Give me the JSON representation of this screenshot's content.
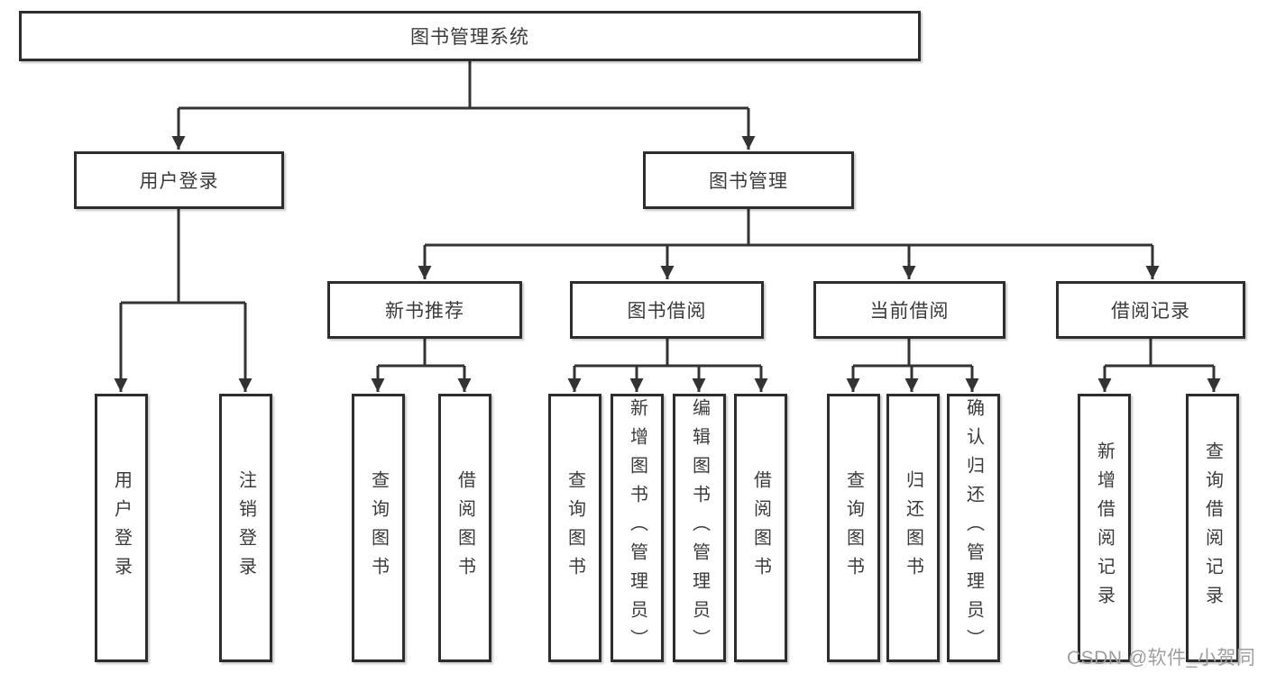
{
  "diagram": {
    "root": {
      "label": "图书管理系统"
    },
    "level2": [
      {
        "label": "用户登录",
        "children": [
          {
            "label": "用户登录"
          },
          {
            "label": "注销登录"
          }
        ]
      },
      {
        "label": "图书管理",
        "children": [
          {
            "label": "新书推荐",
            "children": [
              {
                "label": "查询图书"
              },
              {
                "label": "借阅图书"
              }
            ]
          },
          {
            "label": "图书借阅",
            "children": [
              {
                "label": "查询图书"
              },
              {
                "label": "新增图书（管理员）"
              },
              {
                "label": "编辑图书（管理员）"
              },
              {
                "label": "借阅图书"
              }
            ]
          },
          {
            "label": "当前借阅",
            "children": [
              {
                "label": "查询图书"
              },
              {
                "label": "归还图书"
              },
              {
                "label": "确认归还（管理员）"
              }
            ]
          },
          {
            "label": "借阅记录",
            "children": [
              {
                "label": "新增借阅记录"
              },
              {
                "label": "查询借阅记录"
              }
            ]
          }
        ]
      }
    ]
  },
  "watermark": {
    "text": "CSDN @软件_小贺同学"
  },
  "colors": {
    "line": "#333333",
    "box_border": "#2d2d2d",
    "text": "#3b3b3b",
    "watermark": "#9e9e9e",
    "background": "#ffffff"
  }
}
